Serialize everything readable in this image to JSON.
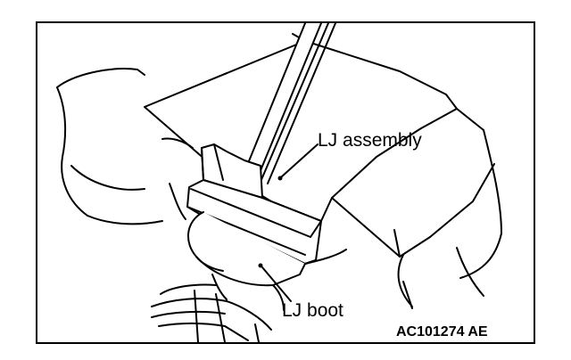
{
  "figure": {
    "labels": {
      "lj_assembly": "LJ assembly",
      "lj_boot": "LJ boot"
    },
    "figure_code": "AC101274 AE",
    "colors": {
      "line": "#000000",
      "background": "#ffffff"
    },
    "icons": [
      "screwdriver-icon"
    ]
  }
}
